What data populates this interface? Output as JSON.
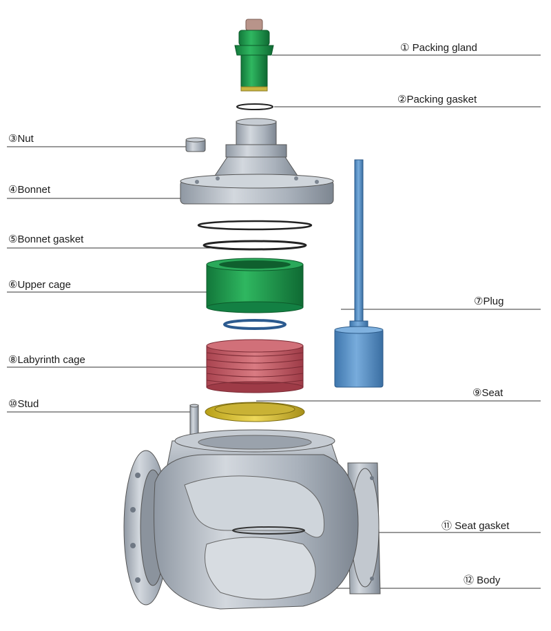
{
  "labels": {
    "packing_gland": "① Packing gland",
    "packing_gasket": "②Packing gasket",
    "nut": "③Nut",
    "bonnet": "④Bonnet",
    "bonnet_gasket": "⑤Bonnet gasket",
    "upper_cage": "⑥Upper cage",
    "plug": "⑦Plug",
    "labyrinth_cage": "⑧Labyrinth cage",
    "seat": "⑨Seat",
    "stud": "⑩Stud",
    "seat_gasket": "⑪ Seat gasket",
    "body": "⑫ Body"
  },
  "colors": {
    "packing_gland": "#1f9a4a",
    "upper_cage": "#1e9a55",
    "plug": "#5a95cc",
    "labyrinth_cage": "#c9646c",
    "seat": "#d8c23a",
    "bonnet_gasket_ring": "#2b5a8f",
    "metal": "#aab2bc"
  }
}
